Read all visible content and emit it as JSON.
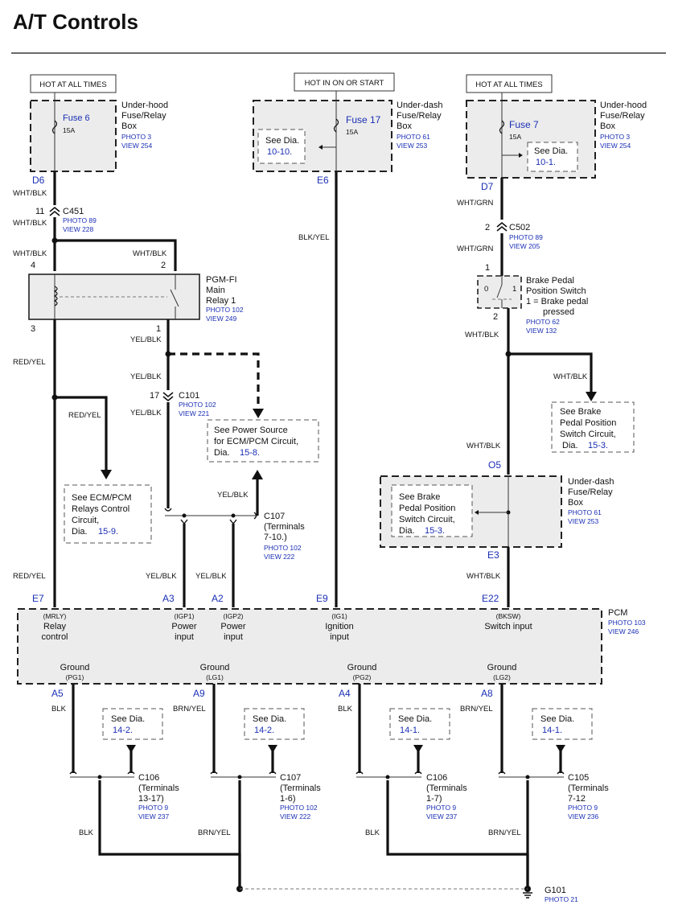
{
  "title": "A/T Controls",
  "hot": {
    "left": "HOT AT ALL TIMES",
    "mid": "HOT IN ON OR START",
    "right": "HOT AT ALL TIMES"
  },
  "fuse6": {
    "name": "Fuse 6",
    "amp": "15A",
    "box": [
      "Under-hood",
      "Fuse/Relay",
      "Box"
    ],
    "photo": "PHOTO 3",
    "view": "VIEW 254"
  },
  "fuse17": {
    "name": "Fuse 17",
    "amp": "15A",
    "box": [
      "Under-dash",
      "Fuse/Relay",
      "Box"
    ],
    "photo": "PHOTO 61",
    "view": "VIEW 253",
    "see": [
      "See Dia.",
      "10-10."
    ]
  },
  "fuse7": {
    "name": "Fuse 7",
    "amp": "15A",
    "box": [
      "Under-hood",
      "Fuse/Relay",
      "Box"
    ],
    "photo": "PHOTO 3",
    "view": "VIEW 254",
    "see": [
      "See Dia.",
      "10-1."
    ]
  },
  "pins": {
    "D6": "D6",
    "E6": "E6",
    "D7": "D7",
    "O5": "O5",
    "E3": "E3",
    "E7": "E7",
    "A3": "A3",
    "A2": "A2",
    "E9": "E9",
    "E22": "E22",
    "A5": "A5",
    "A9": "A9",
    "A4": "A4",
    "A8": "A8"
  },
  "wires": {
    "wht_blk": "WHT/BLK",
    "wht_grn": "WHT/GRN",
    "red_yel": "RED/YEL",
    "yel_blk": "YEL/BLK",
    "blk_yel": "BLK/YEL",
    "blk": "BLK",
    "brn_yel": "BRN/YEL"
  },
  "c451": {
    "name": "C451",
    "pin": "11",
    "photo": "PHOTO 89",
    "view": "VIEW 228"
  },
  "c502": {
    "name": "C502",
    "pin": "2",
    "photo": "PHOTO 89",
    "view": "VIEW 205"
  },
  "relay": {
    "name": [
      "PGM-FI",
      "Main",
      "Relay 1"
    ],
    "photo": "PHOTO 102",
    "view": "VIEW 249",
    "p4": "4",
    "p2": "2",
    "p3": "3",
    "p1": "1"
  },
  "brake": {
    "name": [
      "Brake Pedal",
      "Position Switch",
      "1 = Brake pedal",
      "pressed"
    ],
    "photo": "PHOTO 62",
    "view": "VIEW 132",
    "p1": "1",
    "p2": "2",
    "s0": "0",
    "s1": "1"
  },
  "c101": {
    "name": "C101",
    "pin": "17",
    "photo": "PHOTO 102",
    "view": "VIEW 221"
  },
  "c107a": {
    "name": "C107",
    "sub": [
      "(Terminals",
      "7-10.)"
    ],
    "photo": "PHOTO 102",
    "view": "VIEW 222"
  },
  "notes": {
    "power": [
      "See Power Source",
      "for ECM/PCM Circuit,",
      "Dia."
    ],
    "power_ref": "15-8.",
    "relays": [
      "See ECM/PCM",
      "Relays Control",
      "Circuit,",
      "Dia."
    ],
    "relays_ref": "15-9.",
    "brake_out": [
      "See Brake",
      "Pedal Position",
      "Switch Circuit,",
      "Dia."
    ],
    "brake_out_ref": "15-3.",
    "brake_in": [
      "See Brake",
      "Pedal Position",
      "Switch Circuit,",
      "Dia."
    ],
    "brake_in_ref": "15-3."
  },
  "dashbox": {
    "name": [
      "Under-dash",
      "Fuse/Relay",
      "Box"
    ],
    "photo": "PHOTO 61",
    "view": "VIEW 253"
  },
  "pcm": {
    "name": "PCM",
    "photo": "PHOTO 103",
    "view": "VIEW 246",
    "mrly": [
      "(MRLY)",
      "Relay",
      "control"
    ],
    "igp1": [
      "(IGP1)",
      "Power",
      "input"
    ],
    "igp2": [
      "(IGP2)",
      "Power",
      "input"
    ],
    "ig1": [
      "(IG1)",
      "Ignition",
      "input"
    ],
    "bksw": [
      "(BKSW)",
      "Switch input"
    ],
    "grounds": [
      {
        "label": "Ground",
        "code": "(PG1)"
      },
      {
        "label": "Ground",
        "code": "(LG1)"
      },
      {
        "label": "Ground",
        "code": "(PG2)"
      },
      {
        "label": "Ground",
        "code": "(LG2)"
      }
    ]
  },
  "gnd_notes": [
    {
      "see": "See  Dia.",
      "ref": "14-2."
    },
    {
      "see": "See  Dia.",
      "ref": "14-2."
    },
    {
      "see": "See  Dia.",
      "ref": "14-1."
    },
    {
      "see": "See  Dia.",
      "ref": "14-1."
    }
  ],
  "gnd_conn": [
    {
      "name": "C106",
      "t1": "(Terminals",
      "t2": "13-17)",
      "photo": "PHOTO 9",
      "view": "VIEW 237"
    },
    {
      "name": "C107",
      "t1": "(Terminals",
      "t2": "1-6)",
      "photo": "PHOTO 102",
      "view": "VIEW 222"
    },
    {
      "name": "C106",
      "t1": "(Terminals",
      "t2": "1-7)",
      "photo": "PHOTO 9",
      "view": "VIEW 237"
    },
    {
      "name": "C105",
      "t1": "(Terminals",
      "t2": "7-12",
      "photo": "PHOTO 9",
      "view": "VIEW 236"
    }
  ],
  "g101": {
    "name": "G101",
    "photo": "PHOTO 21"
  }
}
